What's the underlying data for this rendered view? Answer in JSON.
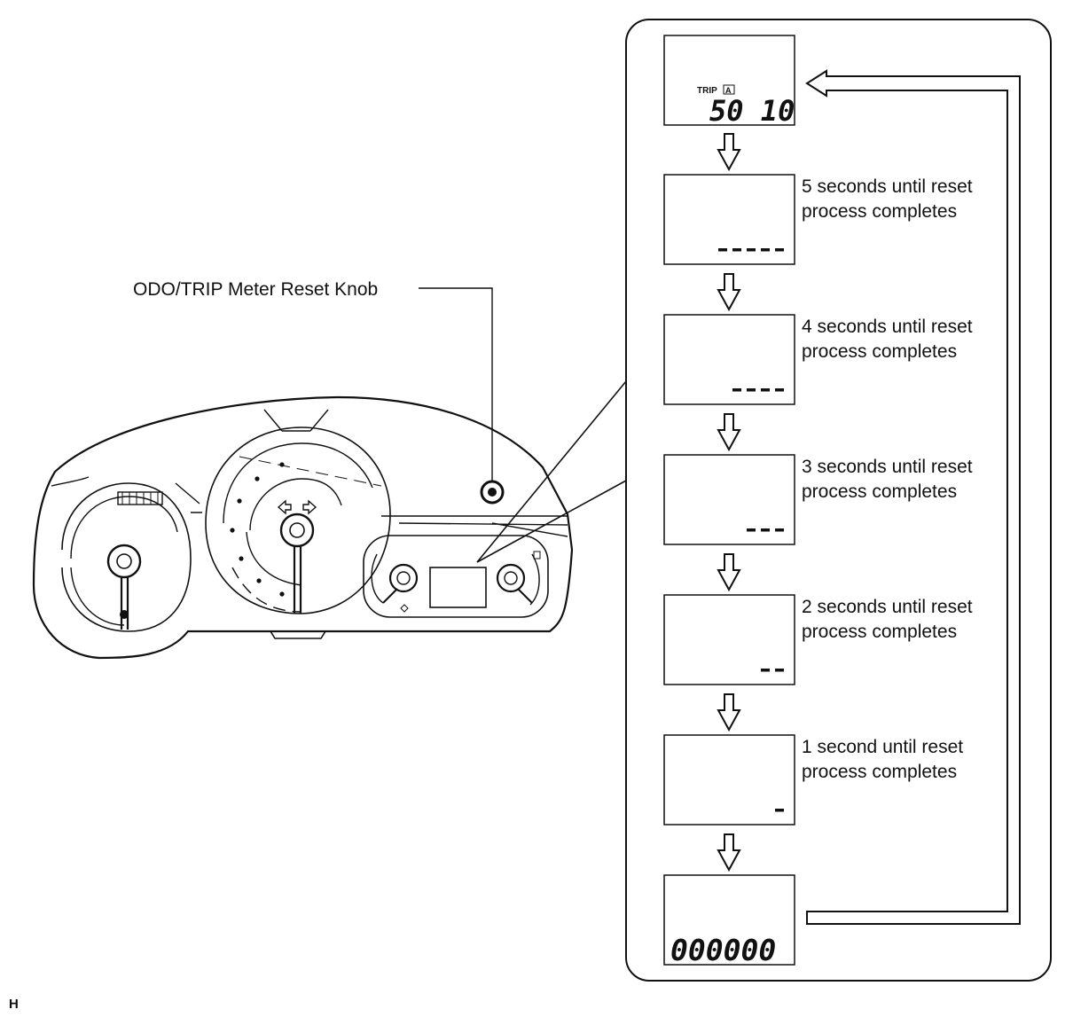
{
  "callout": {
    "label": "ODO/TRIP Meter Reset Knob"
  },
  "sequence": {
    "trip_label": "TRIP",
    "trip_sub": "A",
    "trip_value": "50 10",
    "steps": [
      {
        "line1": "5 seconds until reset",
        "line2": "process completes",
        "dashes": 5
      },
      {
        "line1": "4 seconds until reset",
        "line2": "process completes",
        "dashes": 4
      },
      {
        "line1": "3 seconds until reset",
        "line2": "process completes",
        "dashes": 3
      },
      {
        "line1": "2 seconds until reset",
        "line2": "process completes",
        "dashes": 2
      },
      {
        "line1": "1 second until reset",
        "line2": "process completes",
        "dashes": 1
      }
    ],
    "final_value": "000000"
  },
  "footer": {
    "code": "H"
  },
  "colors": {
    "stroke": "#111111",
    "background": "#ffffff"
  }
}
